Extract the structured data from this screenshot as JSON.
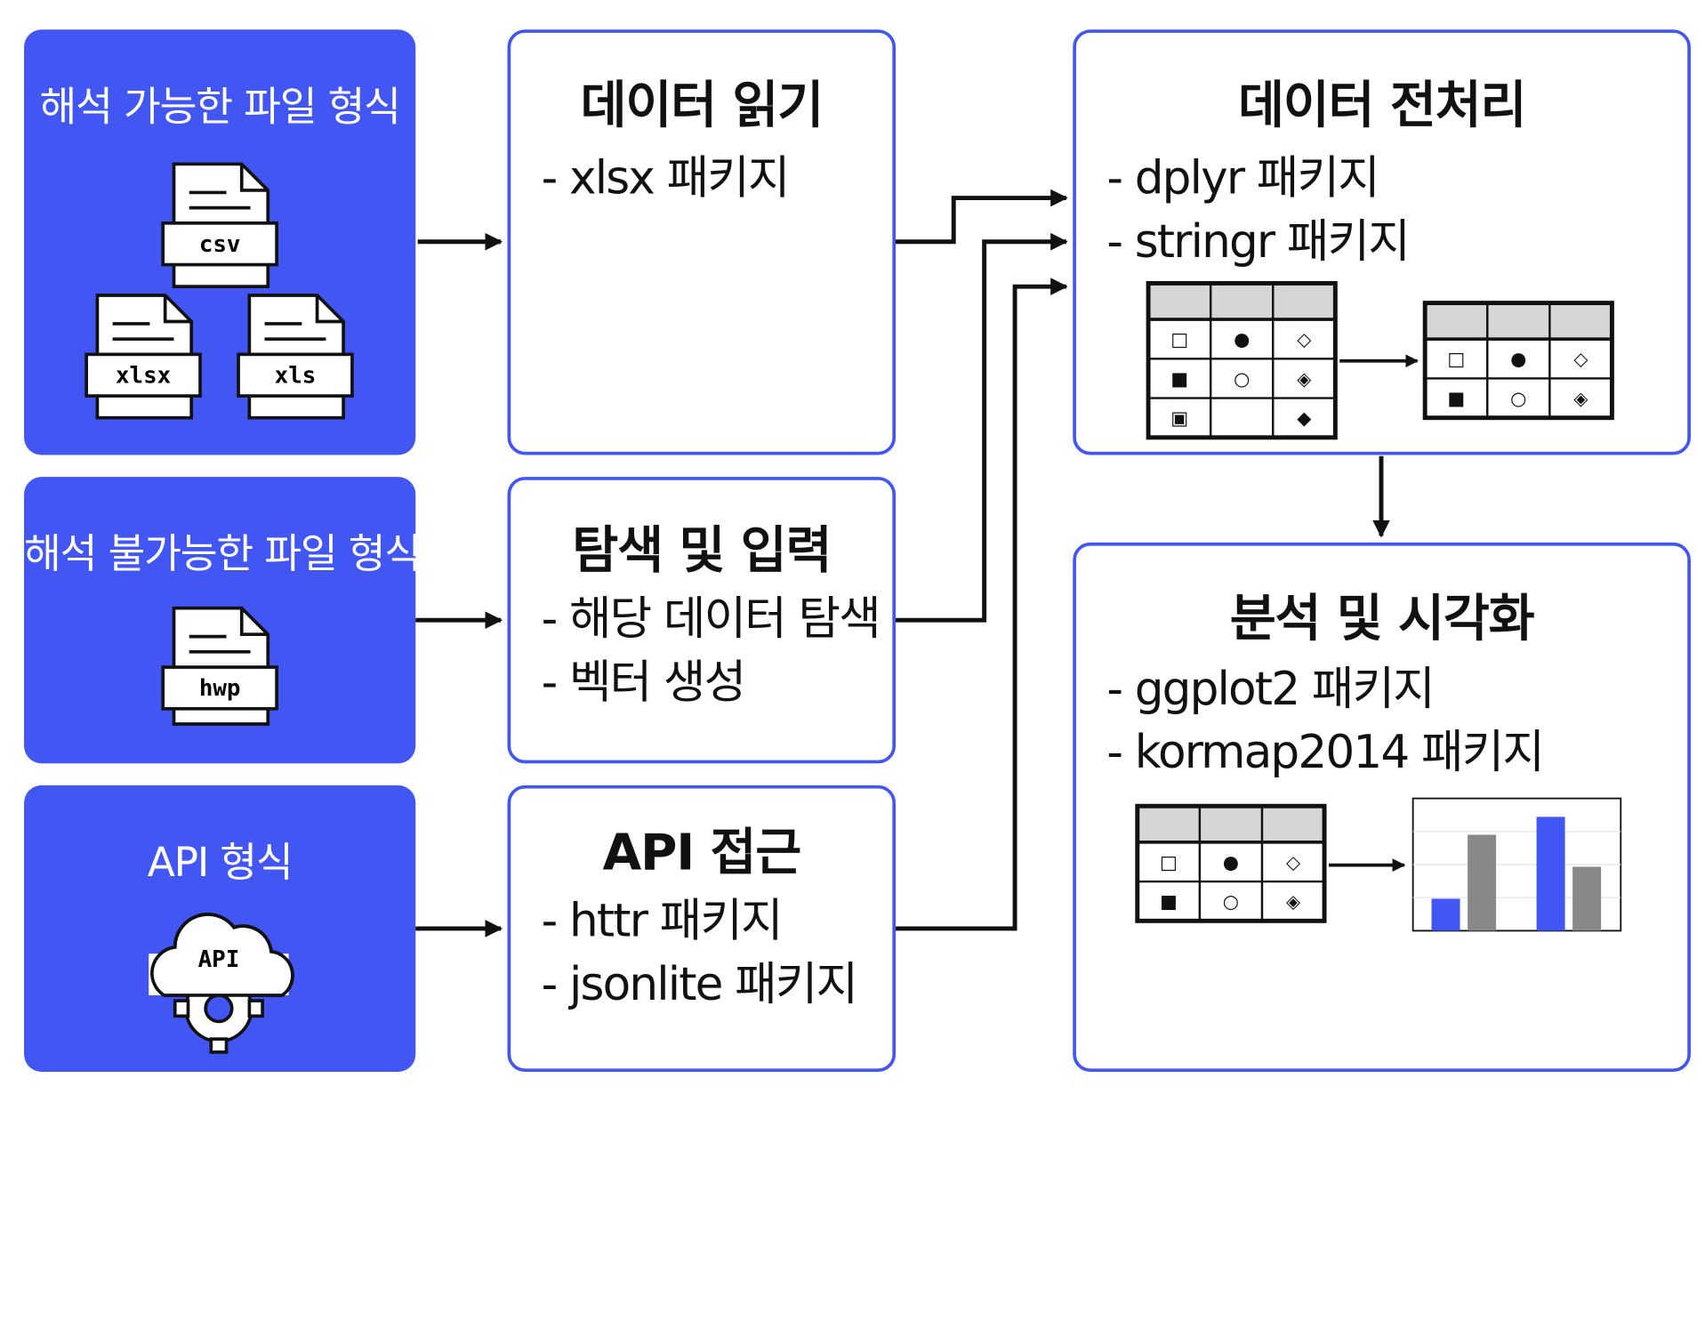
{
  "sources": [
    {
      "label": "해석 가능한 파일 형식",
      "files": [
        "csv",
        "xlsx",
        "xls"
      ]
    },
    {
      "label": "해석 불가능한 파일 형식",
      "files": [
        "hwp"
      ]
    },
    {
      "label": "API 형식",
      "cloud": "API"
    }
  ],
  "steps": {
    "read": {
      "title": "데이터 읽기",
      "items": [
        "- xlsx 패키지"
      ]
    },
    "explore": {
      "title": "탐색 및 입력",
      "items": [
        "- 해당 데이터 탐색",
        "- 벡터 생성"
      ]
    },
    "api": {
      "title": "API 접근",
      "items": [
        "- httr 패키지",
        "- jsonlite 패키지"
      ]
    },
    "preprocess": {
      "title": "데이터 전처리",
      "items": [
        "- dplyr 패키지",
        "- stringr 패키지"
      ]
    },
    "analysis": {
      "title": "분석 및 시각화",
      "items": [
        "- ggplot2 패키지",
        "- kormap2014 패키지"
      ]
    }
  },
  "tables": {
    "preprocess_before": [
      [
        "□",
        "●",
        "◇"
      ],
      [
        "■",
        "○",
        "◈"
      ],
      [
        "▣",
        "",
        "◆"
      ]
    ],
    "preprocess_after": [
      [
        "□",
        "●",
        "◇"
      ],
      [
        "■",
        "○",
        "◈"
      ]
    ],
    "analysis_table": [
      [
        "□",
        "●",
        "◇"
      ],
      [
        "■",
        "○",
        "◈"
      ]
    ]
  },
  "mini_chart": {
    "values": [
      {
        "series": "blue",
        "value": 0.25
      },
      {
        "series": "gray",
        "value": 0.75
      },
      {
        "series": "blue",
        "value": 0.89
      },
      {
        "series": "gray",
        "value": 0.5
      }
    ]
  },
  "colors": {
    "accent": "#4256f4",
    "gray": "#888888",
    "header": "#d6d6d6"
  }
}
